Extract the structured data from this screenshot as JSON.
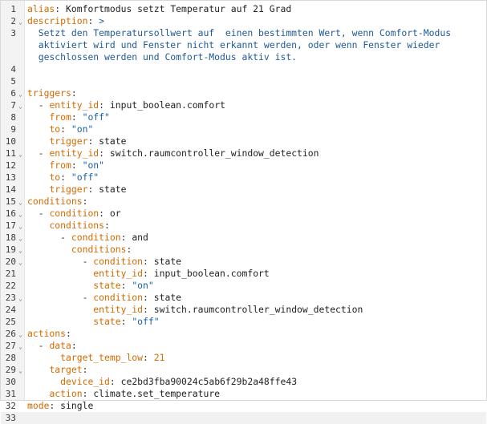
{
  "editor": {
    "colors": {
      "key": "#d36a00",
      "string": "#1a5fa6",
      "plain": "#222222",
      "number": "#d36a00",
      "block": "#1f5a96"
    },
    "lines": [
      {
        "n": "1",
        "fold": "",
        "indent": "",
        "tokens": [
          {
            "t": "alias",
            "c": "k"
          },
          {
            "t": ": ",
            "c": "p"
          },
          {
            "t": "Komfortmodus setzt Temperatur auf 21 Grad",
            "c": "v"
          }
        ]
      },
      {
        "n": "2",
        "fold": "v",
        "indent": "",
        "tokens": [
          {
            "t": "description",
            "c": "k"
          },
          {
            "t": ": ",
            "c": "p"
          },
          {
            "t": ">",
            "c": "s"
          }
        ]
      },
      {
        "n": "3",
        "fold": "",
        "indent": "  ",
        "tokens": [
          {
            "t": "Setzt den Temperatursollwert auf  einen bestimmten Wert, wenn Comfort-Modus",
            "c": "blk"
          }
        ]
      },
      {
        "n": "",
        "fold": "",
        "indent": "  ",
        "tokens": [
          {
            "t": "aktiviert wird und Fenster nicht erkannt werden, oder wenn Fenster wieder",
            "c": "blk"
          }
        ]
      },
      {
        "n": "",
        "fold": "",
        "indent": "  ",
        "tokens": [
          {
            "t": "geschlossen werden und Comfort-Modus aktiv ist.",
            "c": "blk"
          }
        ]
      },
      {
        "n": "4",
        "fold": "",
        "indent": "",
        "tokens": []
      },
      {
        "n": "5",
        "fold": "",
        "indent": "",
        "tokens": []
      },
      {
        "n": "6",
        "fold": "v",
        "indent": "",
        "tokens": [
          {
            "t": "triggers",
            "c": "k"
          },
          {
            "t": ":",
            "c": "p"
          }
        ]
      },
      {
        "n": "7",
        "fold": "v",
        "indent": "  ",
        "tokens": [
          {
            "t": "- ",
            "c": "p"
          },
          {
            "t": "entity_id",
            "c": "k"
          },
          {
            "t": ": ",
            "c": "p"
          },
          {
            "t": "input_boolean.comfort",
            "c": "v"
          }
        ]
      },
      {
        "n": "8",
        "fold": "",
        "indent": "    ",
        "tokens": [
          {
            "t": "from",
            "c": "k"
          },
          {
            "t": ": ",
            "c": "p"
          },
          {
            "t": "\"off\"",
            "c": "s"
          }
        ]
      },
      {
        "n": "9",
        "fold": "",
        "indent": "    ",
        "tokens": [
          {
            "t": "to",
            "c": "k"
          },
          {
            "t": ": ",
            "c": "p"
          },
          {
            "t": "\"on\"",
            "c": "s"
          }
        ]
      },
      {
        "n": "10",
        "fold": "",
        "indent": "    ",
        "tokens": [
          {
            "t": "trigger",
            "c": "k"
          },
          {
            "t": ": ",
            "c": "p"
          },
          {
            "t": "state",
            "c": "v"
          }
        ]
      },
      {
        "n": "11",
        "fold": "v",
        "indent": "  ",
        "tokens": [
          {
            "t": "- ",
            "c": "p"
          },
          {
            "t": "entity_id",
            "c": "k"
          },
          {
            "t": ": ",
            "c": "p"
          },
          {
            "t": "switch.raumcontroller_window_detection",
            "c": "v"
          }
        ]
      },
      {
        "n": "12",
        "fold": "",
        "indent": "    ",
        "tokens": [
          {
            "t": "from",
            "c": "k"
          },
          {
            "t": ": ",
            "c": "p"
          },
          {
            "t": "\"on\"",
            "c": "s"
          }
        ]
      },
      {
        "n": "13",
        "fold": "",
        "indent": "    ",
        "tokens": [
          {
            "t": "to",
            "c": "k"
          },
          {
            "t": ": ",
            "c": "p"
          },
          {
            "t": "\"off\"",
            "c": "s"
          }
        ]
      },
      {
        "n": "14",
        "fold": "",
        "indent": "    ",
        "tokens": [
          {
            "t": "trigger",
            "c": "k"
          },
          {
            "t": ": ",
            "c": "p"
          },
          {
            "t": "state",
            "c": "v"
          }
        ]
      },
      {
        "n": "15",
        "fold": "v",
        "indent": "",
        "tokens": [
          {
            "t": "conditions",
            "c": "k"
          },
          {
            "t": ":",
            "c": "p"
          }
        ]
      },
      {
        "n": "16",
        "fold": "v",
        "indent": "  ",
        "tokens": [
          {
            "t": "- ",
            "c": "p"
          },
          {
            "t": "condition",
            "c": "k"
          },
          {
            "t": ": ",
            "c": "p"
          },
          {
            "t": "or",
            "c": "v"
          }
        ]
      },
      {
        "n": "17",
        "fold": "v",
        "indent": "    ",
        "tokens": [
          {
            "t": "conditions",
            "c": "k"
          },
          {
            "t": ":",
            "c": "p"
          }
        ]
      },
      {
        "n": "18",
        "fold": "v",
        "indent": "      ",
        "tokens": [
          {
            "t": "- ",
            "c": "p"
          },
          {
            "t": "condition",
            "c": "k"
          },
          {
            "t": ": ",
            "c": "p"
          },
          {
            "t": "and",
            "c": "v"
          }
        ]
      },
      {
        "n": "19",
        "fold": "v",
        "indent": "        ",
        "tokens": [
          {
            "t": "conditions",
            "c": "k"
          },
          {
            "t": ":",
            "c": "p"
          }
        ]
      },
      {
        "n": "20",
        "fold": "v",
        "indent": "          ",
        "tokens": [
          {
            "t": "- ",
            "c": "p"
          },
          {
            "t": "condition",
            "c": "k"
          },
          {
            "t": ": ",
            "c": "p"
          },
          {
            "t": "state",
            "c": "v"
          }
        ]
      },
      {
        "n": "21",
        "fold": "",
        "indent": "            ",
        "tokens": [
          {
            "t": "entity_id",
            "c": "k"
          },
          {
            "t": ": ",
            "c": "p"
          },
          {
            "t": "input_boolean.comfort",
            "c": "v"
          }
        ]
      },
      {
        "n": "22",
        "fold": "",
        "indent": "            ",
        "tokens": [
          {
            "t": "state",
            "c": "k"
          },
          {
            "t": ": ",
            "c": "p"
          },
          {
            "t": "\"on\"",
            "c": "s"
          }
        ]
      },
      {
        "n": "23",
        "fold": "v",
        "indent": "          ",
        "tokens": [
          {
            "t": "- ",
            "c": "p"
          },
          {
            "t": "condition",
            "c": "k"
          },
          {
            "t": ": ",
            "c": "p"
          },
          {
            "t": "state",
            "c": "v"
          }
        ]
      },
      {
        "n": "24",
        "fold": "",
        "indent": "            ",
        "tokens": [
          {
            "t": "entity_id",
            "c": "k"
          },
          {
            "t": ": ",
            "c": "p"
          },
          {
            "t": "switch.raumcontroller_window_detection",
            "c": "v"
          }
        ]
      },
      {
        "n": "25",
        "fold": "",
        "indent": "            ",
        "tokens": [
          {
            "t": "state",
            "c": "k"
          },
          {
            "t": ": ",
            "c": "p"
          },
          {
            "t": "\"off\"",
            "c": "s"
          }
        ]
      },
      {
        "n": "26",
        "fold": "v",
        "indent": "",
        "tokens": [
          {
            "t": "actions",
            "c": "k"
          },
          {
            "t": ":",
            "c": "p"
          }
        ]
      },
      {
        "n": "27",
        "fold": "v",
        "indent": "  ",
        "tokens": [
          {
            "t": "- ",
            "c": "p"
          },
          {
            "t": "data",
            "c": "k"
          },
          {
            "t": ":",
            "c": "p"
          }
        ]
      },
      {
        "n": "28",
        "fold": "",
        "indent": "      ",
        "tokens": [
          {
            "t": "target_temp_low",
            "c": "k"
          },
          {
            "t": ": ",
            "c": "p"
          },
          {
            "t": "21",
            "c": "n"
          }
        ]
      },
      {
        "n": "29",
        "fold": "v",
        "indent": "    ",
        "tokens": [
          {
            "t": "target",
            "c": "k"
          },
          {
            "t": ":",
            "c": "p"
          }
        ]
      },
      {
        "n": "30",
        "fold": "",
        "indent": "      ",
        "tokens": [
          {
            "t": "device_id",
            "c": "k"
          },
          {
            "t": ": ",
            "c": "p"
          },
          {
            "t": "ce2bd3fba90024c5ab6f29b2a48ffe43",
            "c": "v"
          }
        ]
      },
      {
        "n": "31",
        "fold": "",
        "indent": "    ",
        "tokens": [
          {
            "t": "action",
            "c": "k"
          },
          {
            "t": ": ",
            "c": "p"
          },
          {
            "t": "climate.set_temperature",
            "c": "v"
          }
        ]
      },
      {
        "n": "32",
        "fold": "",
        "indent": "",
        "tokens": [
          {
            "t": "mode",
            "c": "k"
          },
          {
            "t": ": ",
            "c": "p"
          },
          {
            "t": "single",
            "c": "v"
          }
        ]
      },
      {
        "n": "33",
        "fold": "",
        "indent": "",
        "tokens": []
      }
    ]
  }
}
